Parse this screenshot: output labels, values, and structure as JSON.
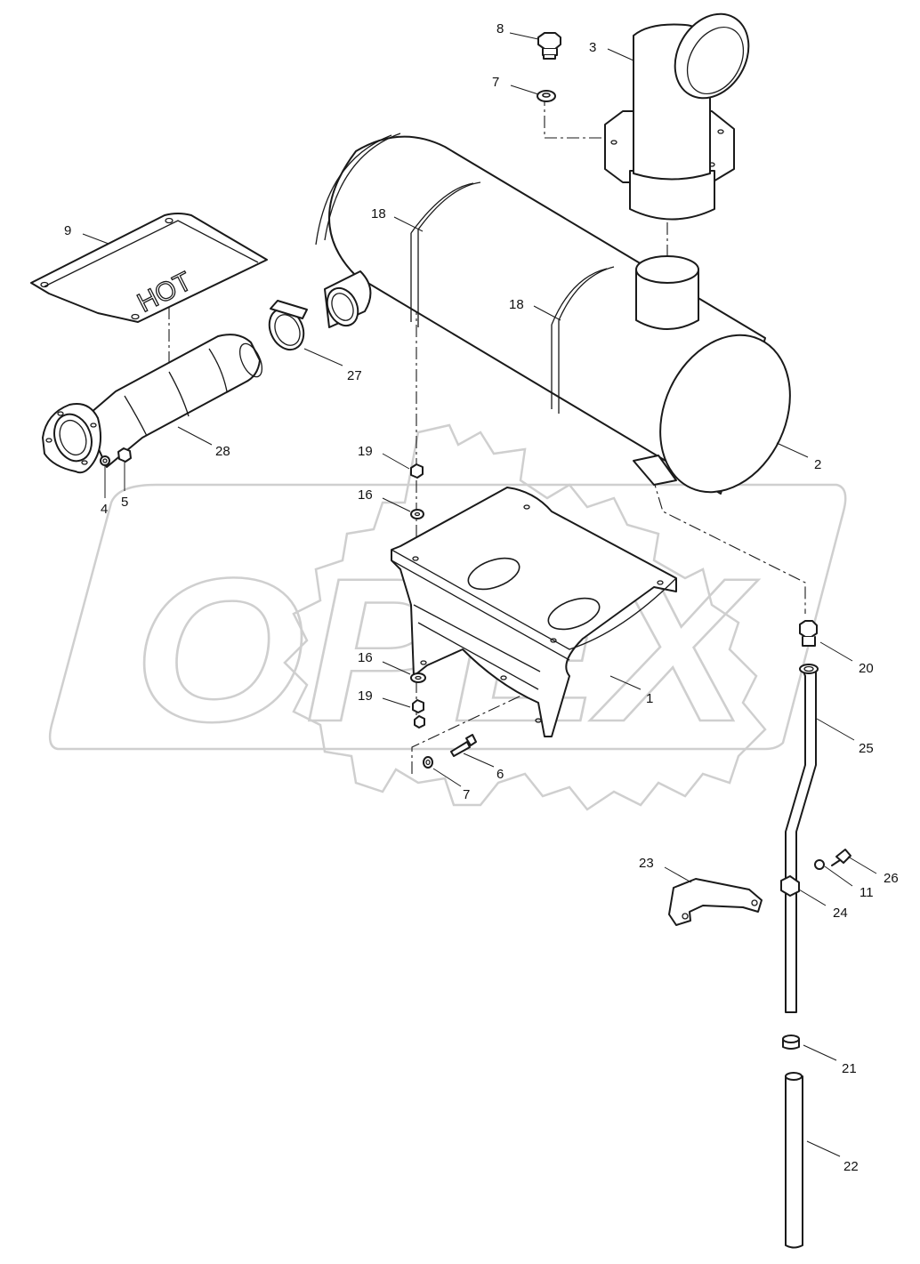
{
  "watermark": {
    "text": "OPEX"
  },
  "heat_shield_text": "HOT",
  "callouts": [
    {
      "id": "c8",
      "label": "8"
    },
    {
      "id": "c3",
      "label": "3"
    },
    {
      "id": "c7a",
      "label": "7"
    },
    {
      "id": "c9",
      "label": "9"
    },
    {
      "id": "c18a",
      "label": "18"
    },
    {
      "id": "c18b",
      "label": "18"
    },
    {
      "id": "c27",
      "label": "27"
    },
    {
      "id": "c28",
      "label": "28"
    },
    {
      "id": "c4",
      "label": "4"
    },
    {
      "id": "c5",
      "label": "5"
    },
    {
      "id": "c19a",
      "label": "19"
    },
    {
      "id": "c16a",
      "label": "16"
    },
    {
      "id": "c2",
      "label": "2"
    },
    {
      "id": "c16b",
      "label": "16"
    },
    {
      "id": "c19b",
      "label": "19"
    },
    {
      "id": "c1",
      "label": "1"
    },
    {
      "id": "c20",
      "label": "20"
    },
    {
      "id": "c25",
      "label": "25"
    },
    {
      "id": "c6",
      "label": "6"
    },
    {
      "id": "c7b",
      "label": "7"
    },
    {
      "id": "c23",
      "label": "23"
    },
    {
      "id": "c26",
      "label": "26"
    },
    {
      "id": "c11",
      "label": "11"
    },
    {
      "id": "c24",
      "label": "24"
    },
    {
      "id": "c21",
      "label": "21"
    },
    {
      "id": "c22",
      "label": "22"
    }
  ]
}
